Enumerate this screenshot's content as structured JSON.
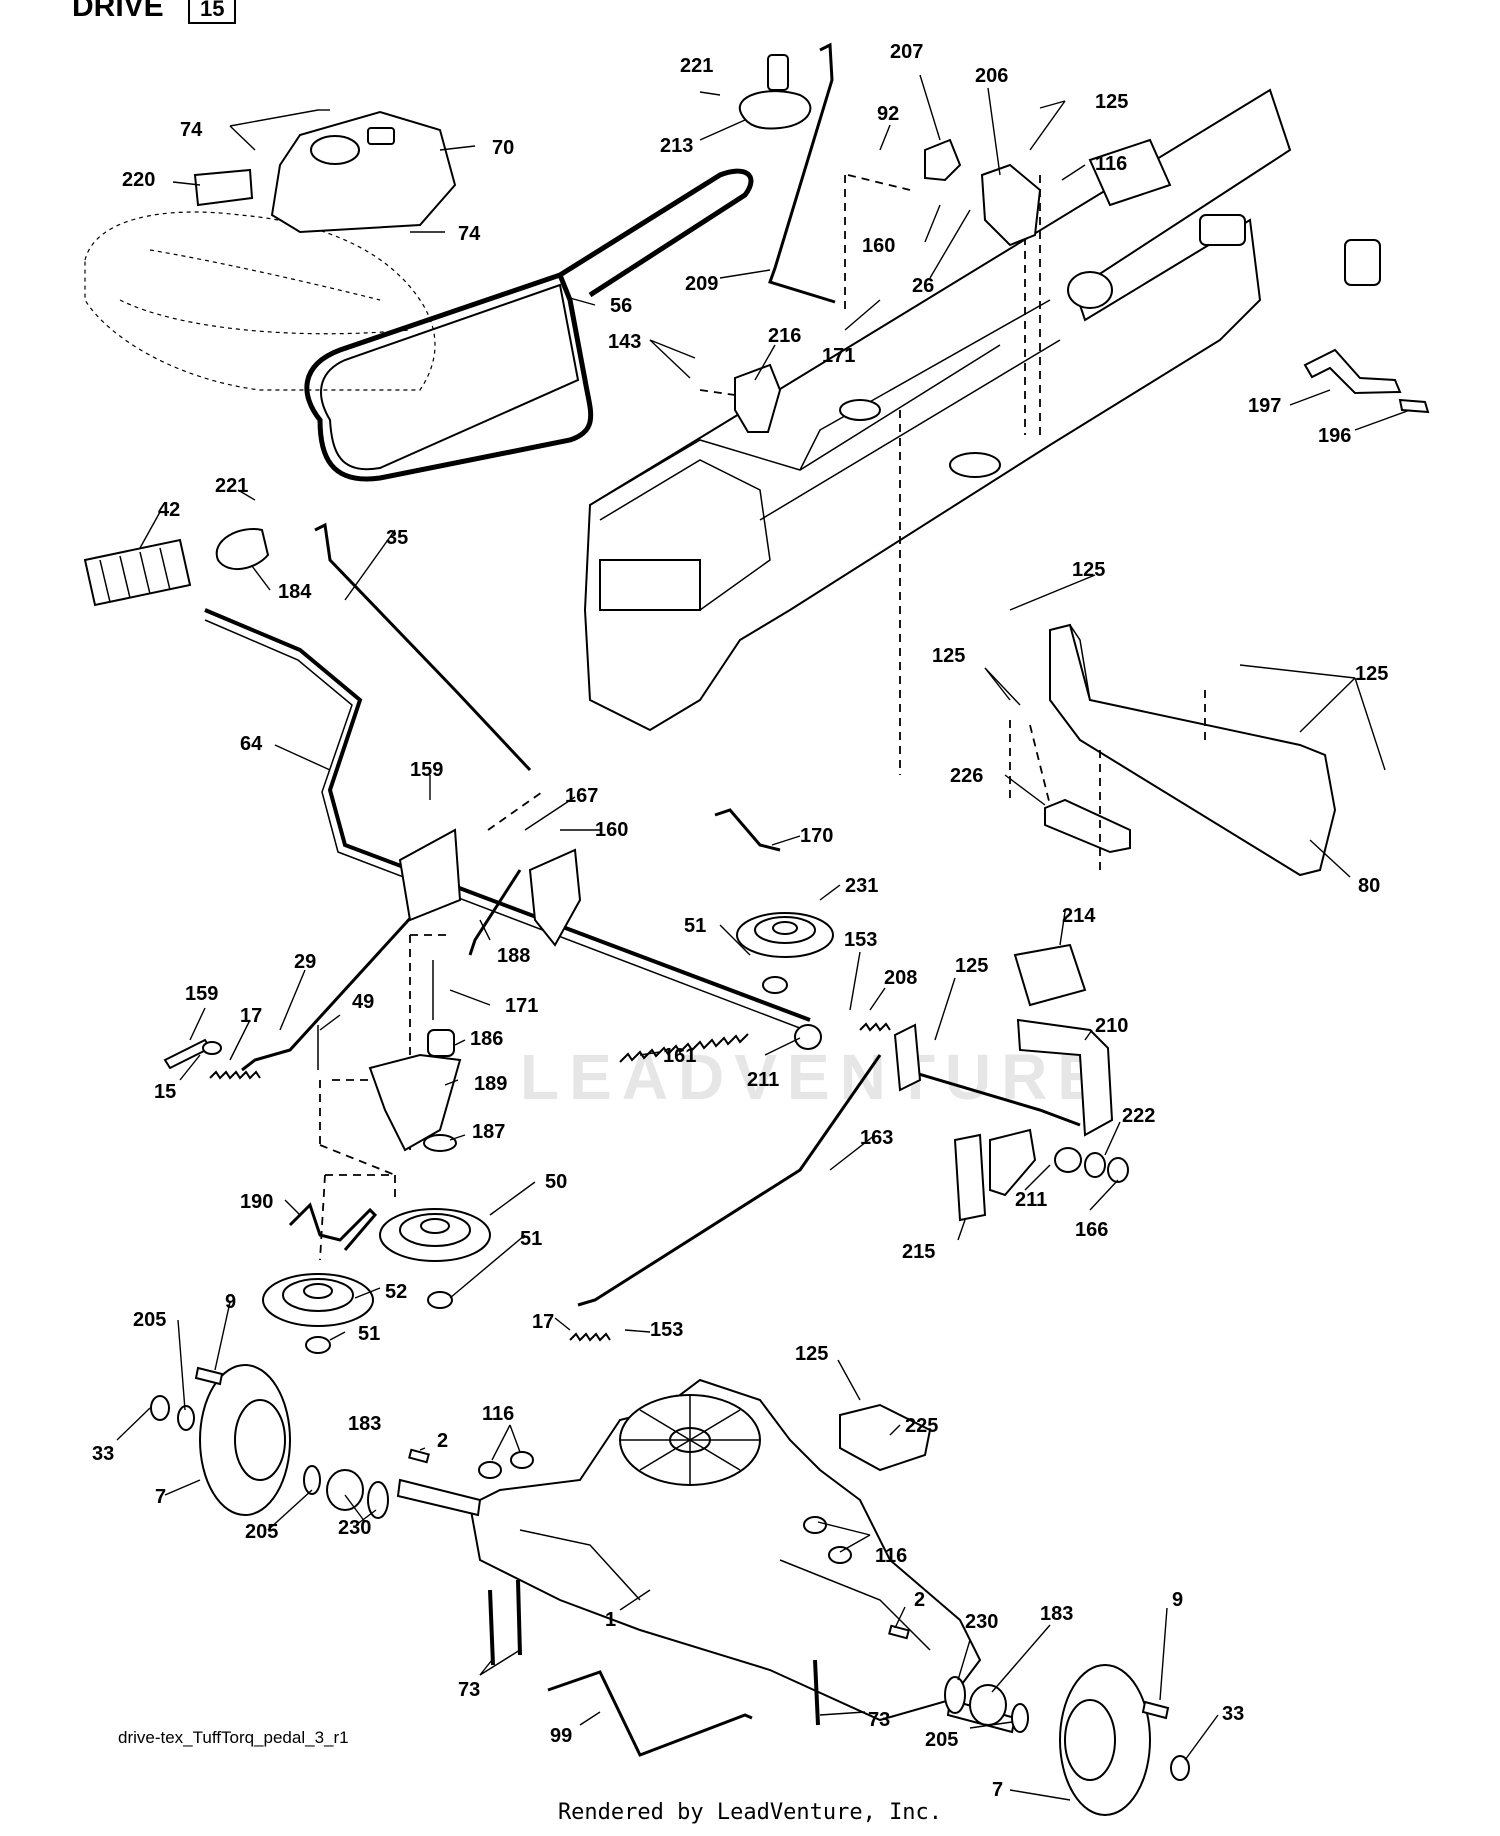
{
  "header": {
    "title": "DRIVE",
    "section_number": "15"
  },
  "watermark": "LEADVENTURE",
  "diagram_code": "drive-tex_TuffTorq_pedal_3_r1",
  "footer": "Rendered by LeadVenture, Inc.",
  "callouts": {
    "c221a": "221",
    "c213": "213",
    "c207": "207",
    "c206": "206",
    "c125a": "125",
    "c116a": "116",
    "c92": "92",
    "c160a": "160",
    "c26": "26",
    "c209": "209",
    "c74a": "74",
    "c70": "70",
    "c220": "220",
    "c74b": "74",
    "c56": "56",
    "c143": "143",
    "c216": "216",
    "c171a": "171",
    "c197": "197",
    "c196": "196",
    "c221b": "221",
    "c42": "42",
    "c184": "184",
    "c35": "35",
    "c125b": "125",
    "c125c": "125",
    "c125d": "125",
    "c64": "64",
    "c159a": "159",
    "c167": "167",
    "c160b": "160",
    "c226": "226",
    "c170": "170",
    "c231": "231",
    "c80": "80",
    "c51a": "51",
    "c214": "214",
    "c153a": "153",
    "c208": "208",
    "c125e": "125",
    "c188": "188",
    "c29": "29",
    "c159b": "159",
    "c49": "49",
    "c171b": "171",
    "c17a": "17",
    "c186": "186",
    "c161": "161",
    "c211a": "211",
    "c210": "210",
    "c15": "15",
    "c189": "189",
    "c187": "187",
    "c222": "222",
    "c163": "163",
    "c211b": "211",
    "c166": "166",
    "c50": "50",
    "c190": "190",
    "c51b": "51",
    "c215": "215",
    "c52": "52",
    "c51c": "51",
    "c17b": "17",
    "c153b": "153",
    "c205a": "205",
    "c9a": "9",
    "c125f": "125",
    "c225": "225",
    "c33a": "33",
    "c116b": "116",
    "c183a": "183",
    "c2a": "2",
    "c7a": "7",
    "c205b": "205",
    "c230a": "230",
    "c116c": "116",
    "c2b": "2",
    "c9b": "9",
    "c230b": "230",
    "c183b": "183",
    "c1": "1",
    "c73a": "73",
    "c73b": "73",
    "c205c": "205",
    "c33b": "33",
    "c99": "99",
    "c7b": "7"
  }
}
